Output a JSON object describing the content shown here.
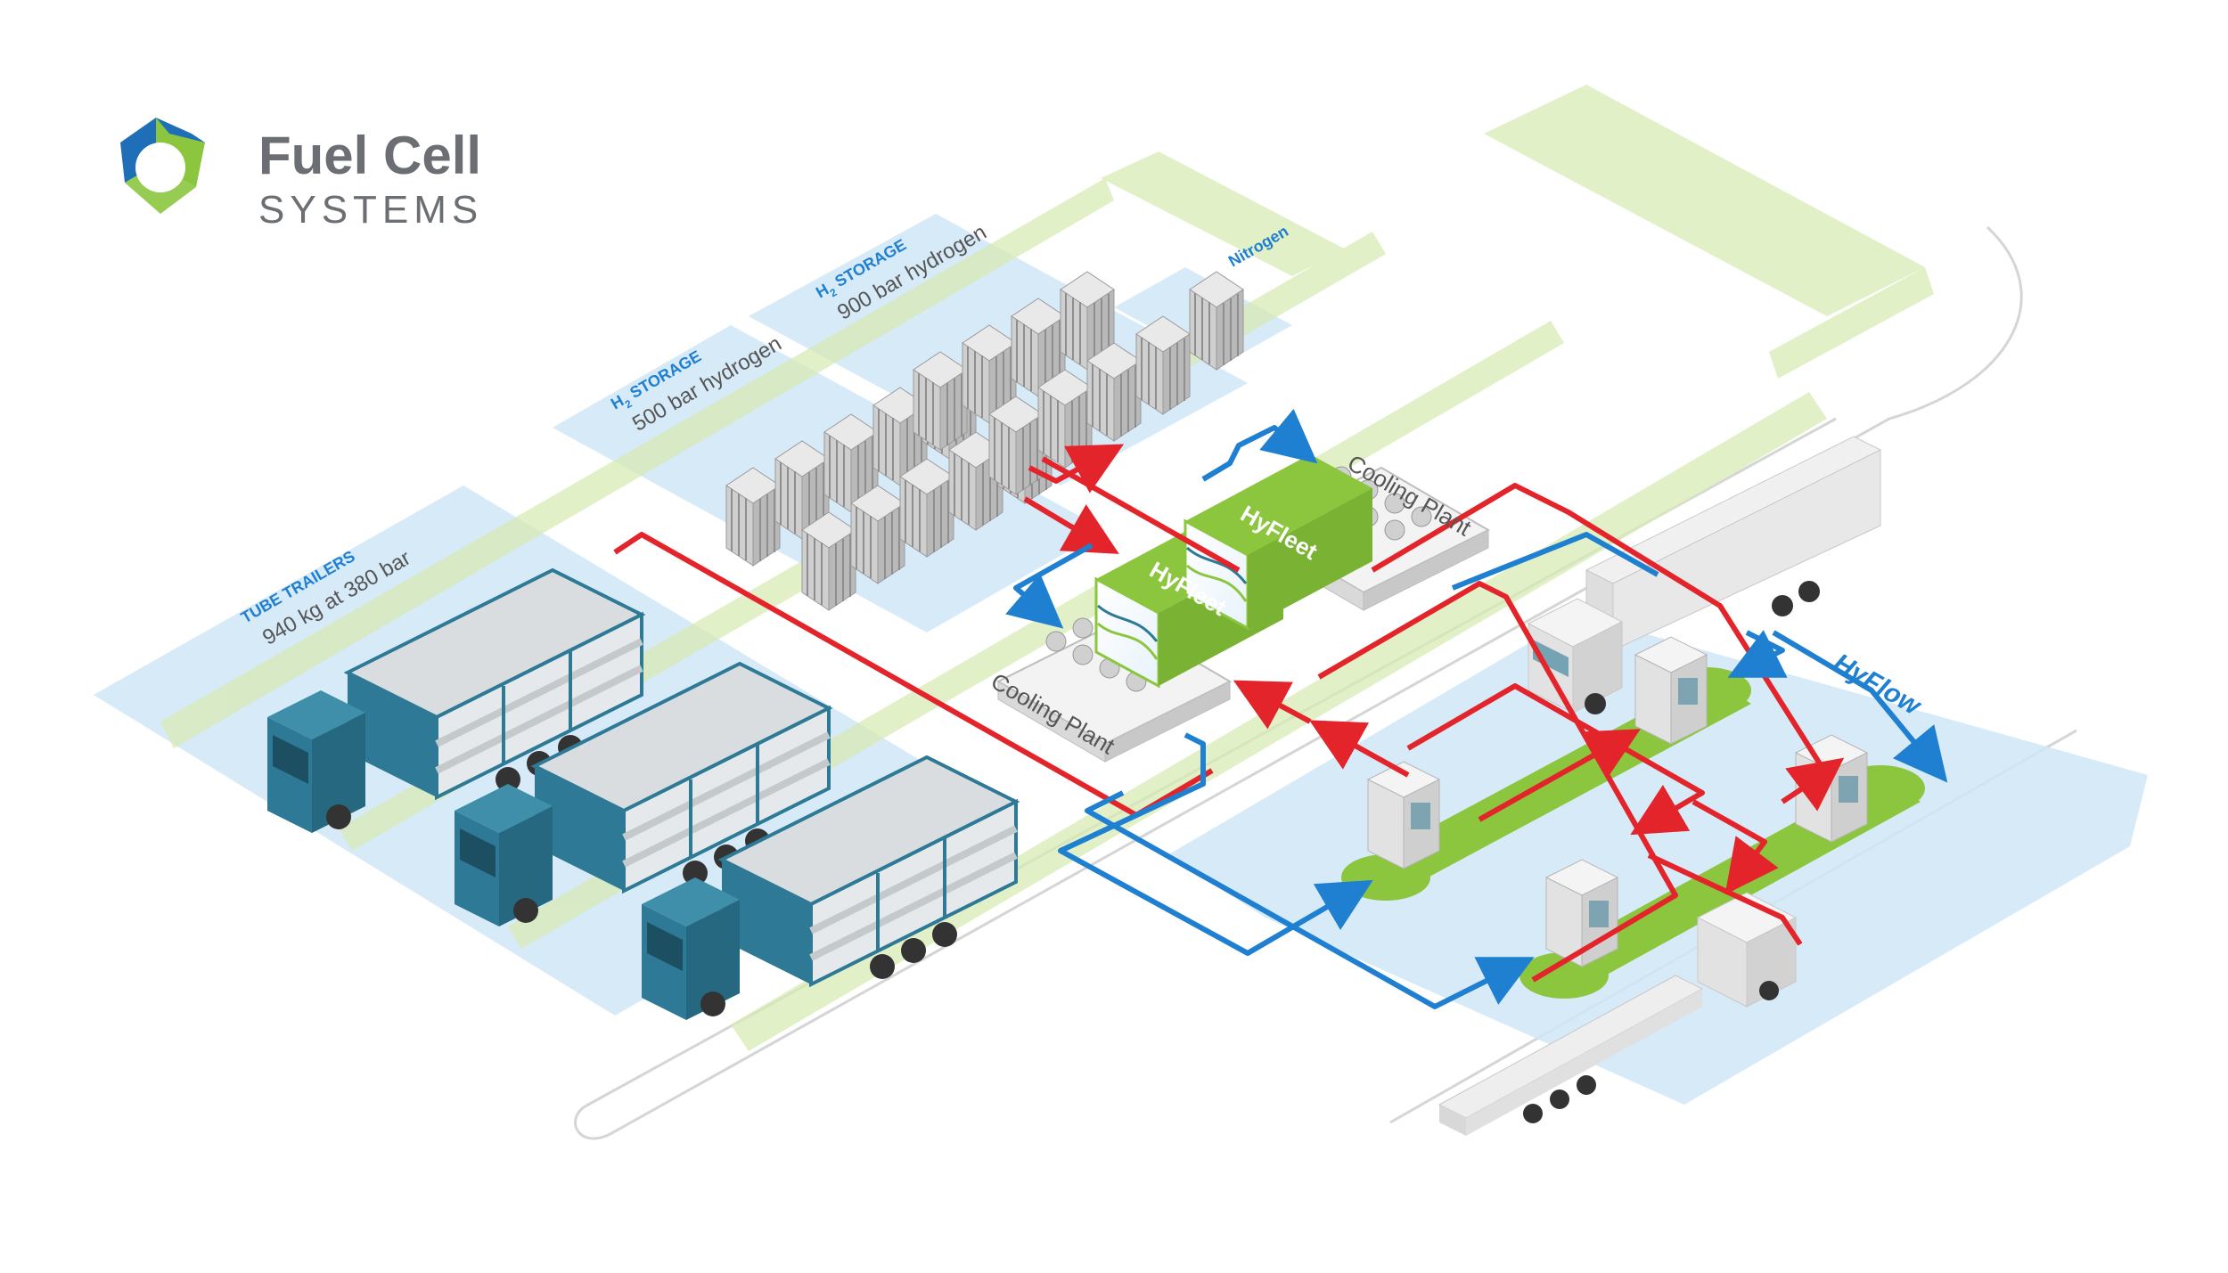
{
  "logo": {
    "title": "Fuel Cell",
    "subtitle": "SYSTEMS"
  },
  "zones": {
    "tube_trailers": {
      "title": "TUBE TRAILERS",
      "detail": "940 kg at 380 bar"
    },
    "h2_storage_500": {
      "title_prefix": "H",
      "subscript": "2",
      "title_suffix": " STORAGE",
      "detail": "500 bar hydrogen"
    },
    "h2_storage_900": {
      "title_prefix": "H",
      "subscript": "2",
      "title_suffix": " STORAGE",
      "detail": "900 bar hydrogen"
    },
    "nitrogen": {
      "title": "Nitrogen"
    },
    "hyflow": {
      "title": "HyFlow"
    }
  },
  "units": {
    "hyfleet_1": "HyFleet",
    "hyfleet_2": "HyFleet",
    "cooling_plant_1": "Cooling Plant",
    "cooling_plant_2": "Cooling Plant"
  },
  "colors": {
    "zone_blue": "#cfe6f7",
    "green_band": "#d8ebb5",
    "hydrogen_line": "#e3242b",
    "coolant_line": "#1f7fd1",
    "hyfleet_green": "#8cc63f",
    "truck_teal": "#2e7a96",
    "logo_green": "#8cc63f",
    "logo_blue": "#1f6fb8",
    "text_dark": "#555555",
    "text_blue": "#1f7fd1"
  },
  "icons": [
    "fuel-cell-systems-logo-icon",
    "hydrogen-dispenser-icon",
    "tube-trailer-truck-icon",
    "gas-cylinder-rack-icon",
    "cooling-fan-icon",
    "semi-truck-icon",
    "flatbed-trailer-icon"
  ]
}
